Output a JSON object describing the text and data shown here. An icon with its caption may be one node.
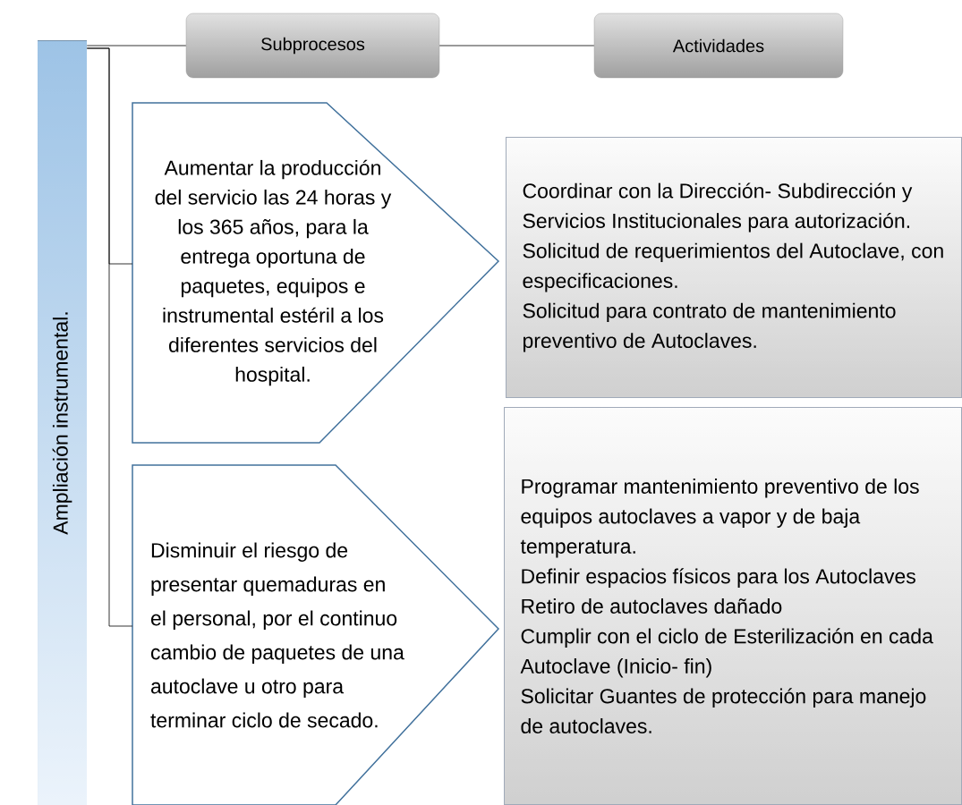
{
  "diagram": {
    "nodes": [
      {
        "text": [
          "Ampliación instrumental."
        ]
      },
      {
        "text": [
          "Subprocesos"
        ]
      },
      {
        "text": [
          "Actividades"
        ]
      },
      {
        "text": [
          "Aumentar la producción del servicio las 24 horas y los 365 años, para la entrega oportuna de paquetes, equipos e instrumental estéril a los diferentes servicios del hospital."
        ]
      },
      {
        "text": [
          "Disminuir el riesgo de presentar quemaduras en el personal, por el continuo cambio de paquetes de una autoclave u otro para terminar ciclo de secado."
        ]
      },
      {
        "text": [
          "Coordinar con la Dirección- Subdirección y Servicios Institucionales para autorización.",
          "Solicitud de requerimientos del Autoclave, con especificaciones.",
          "Solicitud para contrato de mantenimiento preventivo de Autoclaves."
        ]
      },
      {
        "text": [
          "Programar mantenimiento preventivo de los equipos autoclaves a vapor y de baja temperatura.",
          "Definir espacios físicos para los Autoclaves",
          "Retiro de autoclaves dañado",
          "Cumplir con el ciclo de Esterilización en cada Autoclave (Inicio- fin)",
          "Solicitar Guantes de protección para manejo de autoclaves."
        ]
      }
    ],
    "edges": [
      {
        "from": 0,
        "to": 1,
        "arrow": "none"
      },
      {
        "from": 1,
        "to": 2,
        "arrow": "none"
      },
      {
        "from": 0,
        "to": 3,
        "arrow": "none"
      },
      {
        "from": 0,
        "to": 4,
        "arrow": "none"
      }
    ]
  }
}
